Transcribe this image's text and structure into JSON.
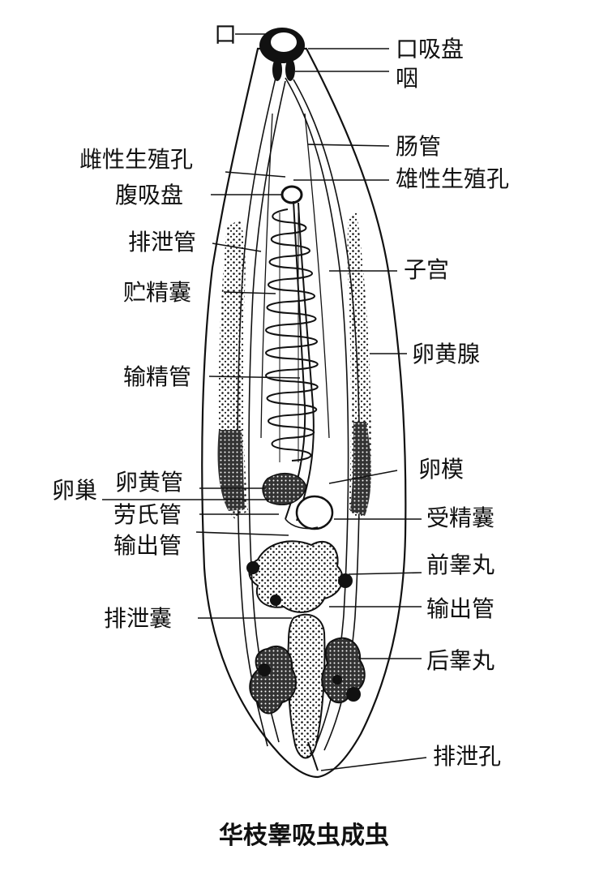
{
  "caption": "华枝睾吸虫成虫",
  "labels": {
    "left": {
      "mouth": "口",
      "male_pore": "雌性生殖孔",
      "ventral_sucker": "腹吸盘",
      "excretory_duct": "排泄管",
      "seminal_vesicle": "贮精囊",
      "vas_deferens": "输精管",
      "ovary": "卵巢",
      "vitelline_duct": "卵黄管",
      "laurer_canal": "劳氏管",
      "oviduct": "输出管",
      "excretory_bladder": "排泄囊"
    },
    "right": {
      "oral_sucker": "口吸盘",
      "pharynx": "咽",
      "intestine": "肠管",
      "male_pore": "雄性生殖孔",
      "uterus": "子宫",
      "vitellaria": "卵黄腺",
      "ootype": "卵模",
      "seminal_receptacle": "受精囊",
      "anterior_testis": "前睾丸",
      "efferent_duct": "输出管",
      "posterior_testis": "后睾丸",
      "excretory_pore": "排泄孔"
    }
  },
  "colors": {
    "ink": "#111111",
    "paper": "#ffffff"
  }
}
